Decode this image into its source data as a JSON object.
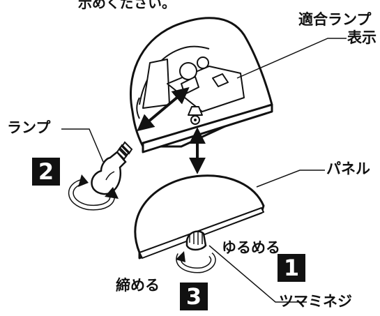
{
  "header": {
    "text": "示めください。"
  },
  "labels": {
    "lamp_display_line1": "適合ランプ",
    "lamp_display_line2": "表示",
    "lamp": "ランプ",
    "panel": "パネル",
    "loosen": "ゆるめる",
    "tighten": "締める",
    "knob_screw": "ツマミネジ"
  },
  "steps": {
    "one": "1",
    "two": "2",
    "three": "3"
  },
  "colors": {
    "ink": "#111111",
    "fill": "#ffffff",
    "step_box": "#111111",
    "step_text": "#ffffff"
  }
}
